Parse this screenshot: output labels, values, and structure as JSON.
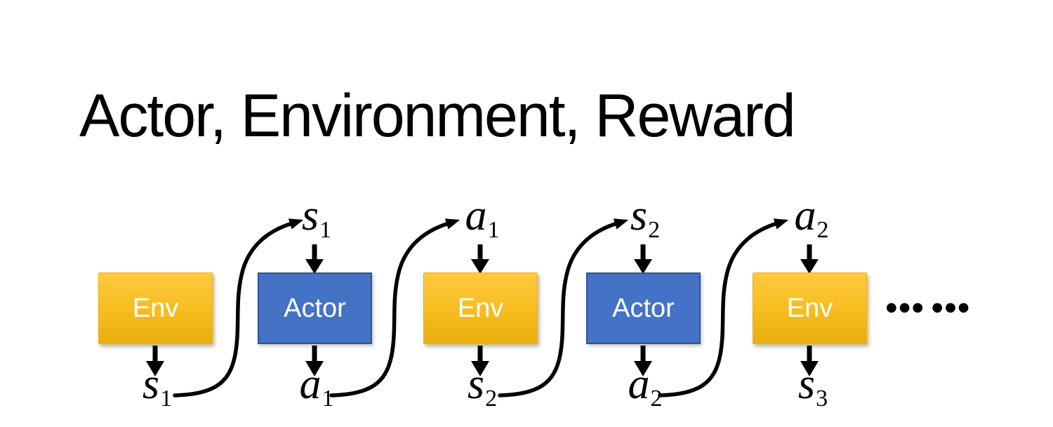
{
  "slide": {
    "title": "Actor, Environment, Reward"
  },
  "colors": {
    "env_fill_top": "#FFC940",
    "env_fill_bottom": "#E9AE0C",
    "actor_fill": "#4472C4",
    "actor_border": "#2F528F",
    "box_text": "#FFFFFF",
    "arrow": "#000000",
    "title_text": "#000000",
    "background": "#FFFFFF"
  },
  "diagram": {
    "boxes": [
      {
        "label": "Env",
        "type": "env"
      },
      {
        "label": "Actor",
        "type": "actor"
      },
      {
        "label": "Env",
        "type": "env"
      },
      {
        "label": "Actor",
        "type": "actor"
      },
      {
        "label": "Env",
        "type": "env"
      }
    ],
    "top_labels": [
      {
        "base": "s",
        "sub": "1"
      },
      {
        "base": "a",
        "sub": "1"
      },
      {
        "base": "s",
        "sub": "2"
      },
      {
        "base": "a",
        "sub": "2"
      }
    ],
    "bottom_labels": [
      {
        "base": "s",
        "sub": "1"
      },
      {
        "base": "a",
        "sub": "1"
      },
      {
        "base": "s",
        "sub": "2"
      },
      {
        "base": "a",
        "sub": "2"
      },
      {
        "base": "s",
        "sub": "3"
      }
    ],
    "ellipsis": "●●● ●●●"
  }
}
